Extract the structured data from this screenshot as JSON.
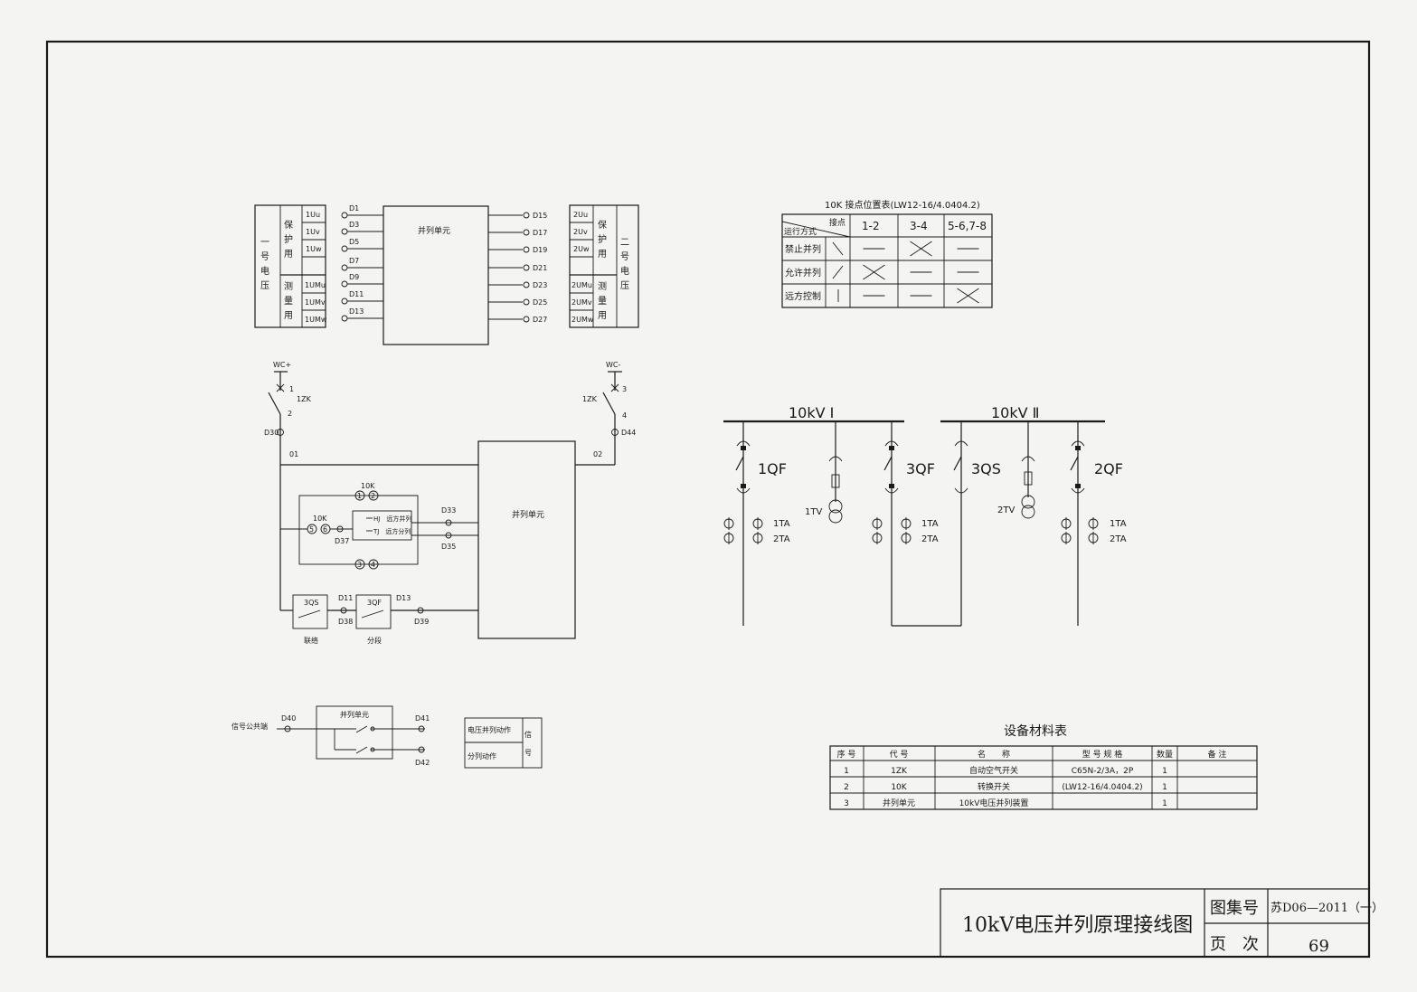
{
  "title_block": {
    "drawing_title": "10kV电压并列原理接线图",
    "atlas_label": "图集号",
    "atlas_value": "苏D06—2011（一）",
    "page_label": "页　次",
    "page_value": "69"
  },
  "voltage_panel": {
    "left_group": "一号电压",
    "left_protect": "保护用",
    "left_measure": "测量用",
    "left_terms": [
      "1Uu",
      "1Uv",
      "1Uw",
      "1UMu",
      "1UMv",
      "1UMw"
    ],
    "right_group": "二号电压",
    "right_protect": "保护用",
    "right_measure": "测量用",
    "right_terms": [
      "2Uu",
      "2Uv",
      "2Uw",
      "2UMu",
      "2UMv",
      "2UMw"
    ],
    "left_pins": [
      "D1",
      "D3",
      "D5",
      "D7",
      "D9",
      "D11",
      "D13"
    ],
    "right_pins": [
      "D15",
      "D17",
      "D19",
      "D21",
      "D23",
      "D25",
      "D27"
    ],
    "unit_label": "并列单元"
  },
  "control_circuit": {
    "wc_plus": "WC+",
    "wc_minus": "WC-",
    "switch_left": "1ZK",
    "switch_right": "1ZK",
    "pin_left_top": "1",
    "pin_left_bottom": "2",
    "pin_right_top": "3",
    "pin_right_bottom": "4",
    "term_d30": "D30",
    "term_d44": "D44",
    "net_01": "01",
    "net_02": "02",
    "switch_10k_top": "10K",
    "switch_10k_left": "10K",
    "contacts_top": [
      "1",
      "2"
    ],
    "contacts_mid": [
      "5",
      "6"
    ],
    "contacts_bottom": [
      "3",
      "4"
    ],
    "term_d37": "D37",
    "hj_label": "HJ　远方并列",
    "tj_label": "TJ　远方分列",
    "term_d33": "D33",
    "term_d35": "D35",
    "unit_label": "并列单元",
    "qs_label": "3QS",
    "qf_label": "3QF",
    "term_d11": "D11",
    "term_d13": "D13",
    "term_d38": "D38",
    "term_d39": "D39",
    "qs_caption": "联络",
    "qf_caption": "分段"
  },
  "signal_circuit": {
    "common_label": "信号公共端",
    "term_d40": "D40",
    "term_d41": "D41",
    "term_d42": "D42",
    "unit_label": "并列单元",
    "legend_row1": "电压并列动作",
    "legend_row2": "分列动作",
    "legend_side": "信号"
  },
  "contact_table": {
    "title": "10K 接点位置表(LW12-16/4.0404.2)",
    "corner_top": "接点",
    "corner_bottom": "运行方式",
    "columns": [
      "1-2",
      "3-4",
      "5-6,7-8"
    ],
    "rows": [
      {
        "mode": "禁止并列",
        "cells": [
          "dash",
          "x",
          "dash"
        ]
      },
      {
        "mode": "允许并列",
        "cells": [
          "x",
          "dash",
          "dash"
        ]
      },
      {
        "mode": "远方控制",
        "cells": [
          "dash",
          "dash",
          "x"
        ]
      }
    ]
  },
  "single_line": {
    "bus1": "10kV Ⅰ",
    "bus2": "10kV Ⅱ",
    "qf1": "1QF",
    "qf3": "3QF",
    "qs3": "3QS",
    "qf2": "2QF",
    "tv1": "1TV",
    "tv2": "2TV",
    "ta1": "1TA",
    "ta2": "2TA"
  },
  "material_table": {
    "title": "设备材料表",
    "headers": [
      "序 号",
      "代 号",
      "名　　称",
      "型 号 规 格",
      "数量",
      "备 注"
    ],
    "rows": [
      [
        "1",
        "1ZK",
        "自动空气开关",
        "C65N-2/3A，2P",
        "1",
        ""
      ],
      [
        "2",
        "10K",
        "转换开关",
        "(LW12-16/4.0404.2)",
        "1",
        ""
      ],
      [
        "3",
        "并列单元",
        "10kV电压并列装置",
        "",
        "1",
        ""
      ]
    ]
  }
}
